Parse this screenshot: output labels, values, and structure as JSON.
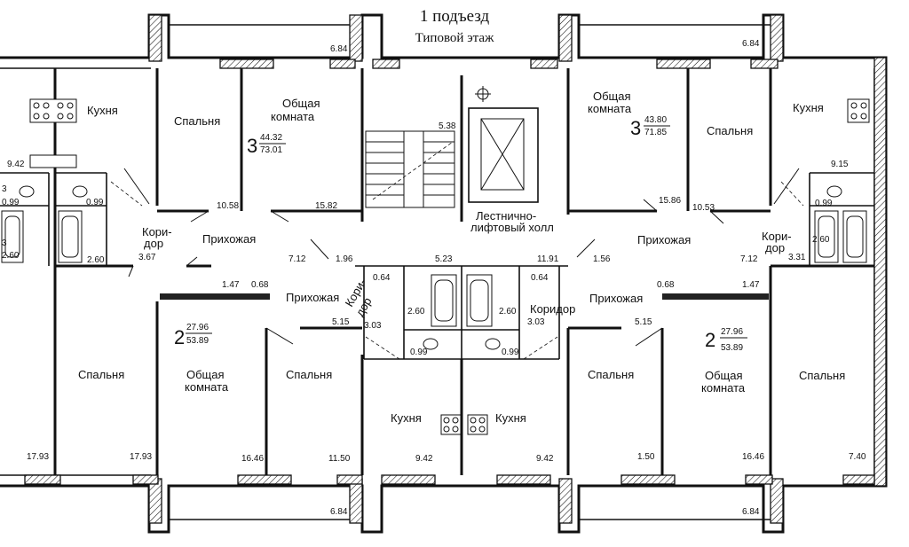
{
  "header": {
    "title": "1 подъезд",
    "subtitle": "Типовой этаж"
  },
  "rooms": {
    "kitchen": "Кухня",
    "bedroom": "Спальня",
    "living_l1": "Общая",
    "living_l2": "комната",
    "hall": "Прихожая",
    "corridor_l1": "Кори-",
    "corridor_l2": "дор",
    "corridor_full": "Коридор",
    "stair_l1": "Лестнично-",
    "stair_l2": "лифтовый холл"
  },
  "apartments": {
    "top_left": {
      "rooms": "3",
      "living_area": "44.32",
      "total_area": "73.01"
    },
    "top_right": {
      "rooms": "3",
      "living_area": "43.80",
      "total_area": "71.85"
    },
    "bottom_left": {
      "rooms": "2",
      "living_area": "27.96",
      "total_area": "53.89"
    },
    "bottom_right": {
      "rooms": "2",
      "living_area": "27.96",
      "total_area": "53.89"
    }
  },
  "areas": {
    "balcony_top_left": "6.84",
    "balcony_top_right": "6.84",
    "balcony_bottom_left": "6.84",
    "balcony_bottom_right": "6.84",
    "kitchen_far_left": "9.42",
    "bath_far_left_a": "3",
    "bath_far_left_b": "0.99",
    "bath_far_left_c": "3",
    "bath_far_left_d": "2.60",
    "wc_tl": "0.99",
    "bath_tl": "2.60",
    "corridor_tl": "3.67",
    "bedroom_tl": "10.58",
    "living_tl": "15.82",
    "hall_tl": "7.12",
    "hall_tl_b": "1.96",
    "stair_a": "5.38",
    "stair_b": "5.23",
    "living_tr": "15.86",
    "bedroom_tr": "10.53",
    "kitchen_tr": "9.15",
    "wc_tr": "0.99",
    "bath_tr": "2.60",
    "corridor_tr": "3.31",
    "hall_tr": "7.12",
    "hall_tr_b": "1.56",
    "lobby_mid": "11.91",
    "closet_bl_a": "1.47",
    "closet_bl_b": "0.68",
    "closet_cl": "0.64",
    "closet_cr": "0.64",
    "closet_br_a": "0.68",
    "closet_br_b": "1.47",
    "bath_cl": "2.60",
    "corridor_cl": "3.03",
    "hall_cl": "5.15",
    "wc_cl": "0.99",
    "bath_cr": "2.60",
    "corridor_cr": "3.03",
    "hall_cr": "5.15",
    "wc_cr": "0.99",
    "bedroom_far_left": "17.93",
    "bedroom_bl": "17.93",
    "living_bl": "16.46",
    "bedroom_bl2": "11.50",
    "kitchen_bl": "9.42",
    "kitchen_br": "9.42",
    "bedroom_br2": "1.50",
    "living_br": "16.46",
    "bedroom_far_right": "7.40"
  }
}
